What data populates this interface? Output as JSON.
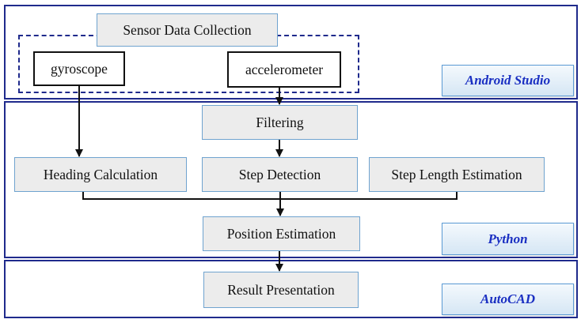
{
  "panels": {
    "top_tool": "Android Studio",
    "middle_tool": "Python",
    "bottom_tool": "AutoCAD"
  },
  "nodes": {
    "sensor_data_collection": "Sensor Data Collection",
    "gyroscope": "gyroscope",
    "accelerometer": "accelerometer",
    "filtering": "Filtering",
    "heading_calculation": "Heading Calculation",
    "step_detection": "Step Detection",
    "step_length_estimation": "Step Length Estimation",
    "position_estimation": "Position Estimation",
    "result_presentation": "Result Presentation"
  },
  "colors": {
    "panel_border": "#1f2a8c",
    "tool_text": "#1a2fc2",
    "node_fill": "#ececec"
  }
}
